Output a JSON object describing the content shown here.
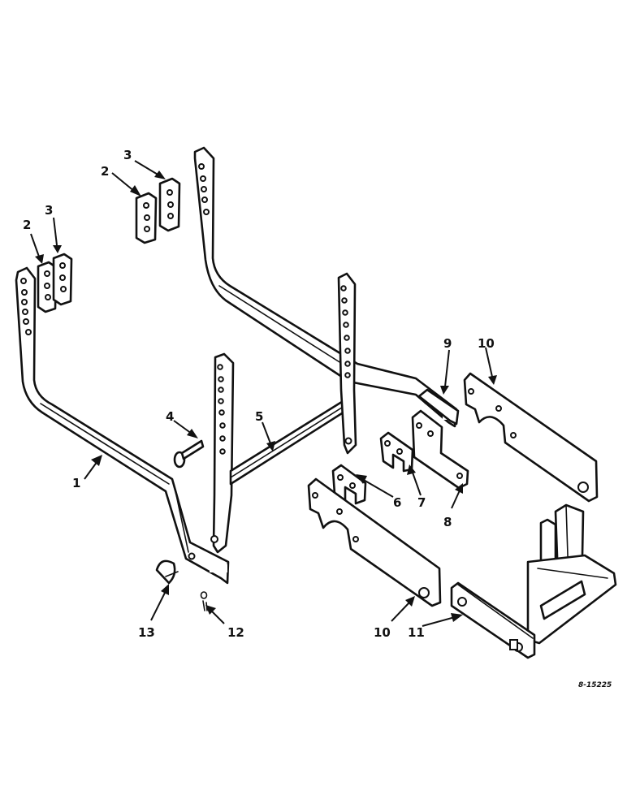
{
  "figure": {
    "reference": "8-15225",
    "callouts": {
      "c1": "1",
      "c2a": "2",
      "c2b": "2",
      "c3a": "3",
      "c3b": "3",
      "c4": "4",
      "c5": "5",
      "c6": "6",
      "c7": "7",
      "c8": "8",
      "c9": "9",
      "c10a": "10",
      "c10b": "10",
      "c11": "11",
      "c12": "12",
      "c13": "13"
    }
  }
}
